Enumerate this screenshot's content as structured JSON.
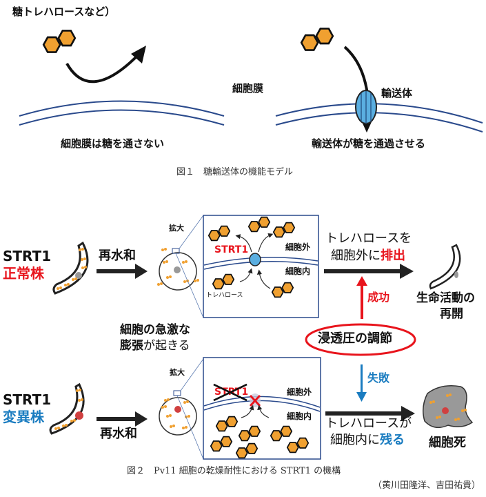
{
  "figure1": {
    "sugar_label": "糖トレハロースなど）",
    "membrane_label": "細胞膜",
    "transporter_label": "輸送体",
    "left_caption": "細胞膜は糖を通さない",
    "right_caption": "輸送体が糖を通過させる",
    "caption": "図１　糖輸送体の機能モデル"
  },
  "figure2": {
    "normal": {
      "gene": "STRT1",
      "strain": "正常株",
      "rehydration": "再水和",
      "zoom_label": "拡大",
      "strt1_label": "STRT1",
      "outside_label": "細胞外",
      "inside_label": "細胞内",
      "trehalose_label": "トレハロース",
      "result_line1": "トレハロースを",
      "result_line2_prefix": "細胞外に",
      "result_line2_emph": "排出",
      "outcome_line1": "生命活動の",
      "outcome_line2": "再開"
    },
    "swelling_line1": "細胞の急激な",
    "swelling_line2_emph": "膨張",
    "swelling_line2_rest": "が起きる",
    "osmotic_label": "浸透圧の調節",
    "success_label": "成功",
    "failure_label": "失敗",
    "mutant": {
      "gene": "STRT1",
      "strain": "変異株",
      "rehydration": "再水和",
      "zoom_label": "拡大",
      "strt1_label": "STRT1",
      "outside_label": "細胞外",
      "inside_label": "細胞内",
      "result_line1": "トレハロースが",
      "result_line2_prefix": "細胞内に",
      "result_line2_emph": "残る",
      "outcome": "細胞死"
    },
    "caption": "図２　Pv11 細胞の乾燥耐性における STRT1 の機構",
    "credit": "（黄川田隆洋、吉田祐貴）"
  },
  "colors": {
    "sugar": "#f0a030",
    "membrane": "#2a4a8c",
    "transporter": "#5aaee0",
    "red": "#e8141c",
    "blue": "#1a7cc0"
  }
}
